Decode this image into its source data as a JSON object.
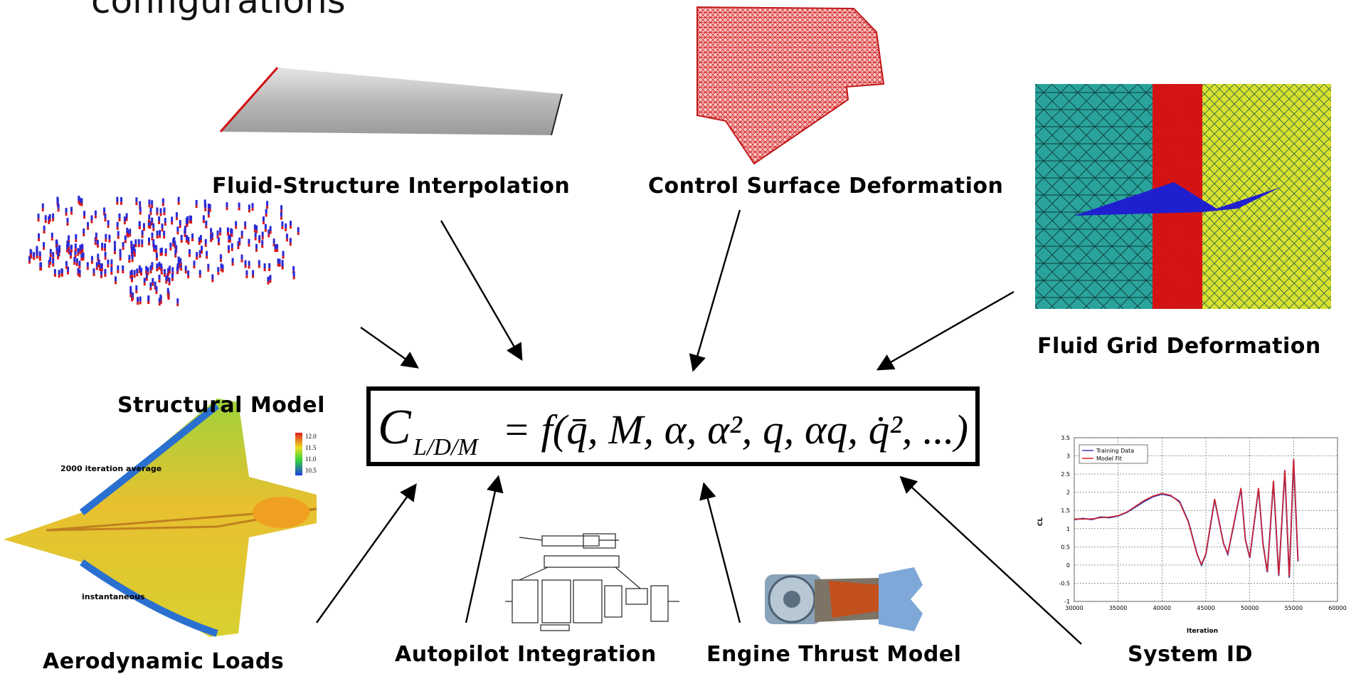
{
  "header": {
    "title_fragment": "configurations"
  },
  "labels": {
    "fluid_structure": "Fluid-Structure Interpolation",
    "control_surface": "Control Surface Deformation",
    "fluid_grid": "Fluid Grid Deformation",
    "structural_model": "Structural Model",
    "aero_loads": "Aerodynamic Loads",
    "autopilot": "Autopilot Integration",
    "engine": "Engine Thrust Model",
    "system_id": "System ID"
  },
  "equation": {
    "lhs_symbol": "C",
    "lhs_subscript": "L/D/M",
    "rhs": "= f(q̄, M, α, α², q, αq, q̇², ...)"
  },
  "aero_image": {
    "caption_top": "2000 iteration average",
    "caption_bottom": "instantaneous",
    "colorbar_labels": [
      "12.0",
      "11.5",
      "11.0",
      "10.5"
    ]
  },
  "chart_data": {
    "type": "line",
    "title": "",
    "xlabel": "Iteration",
    "ylabel": "CL",
    "xlim": [
      30000,
      60000
    ],
    "ylim": [
      -1,
      3.5
    ],
    "x_ticks": [
      "30000",
      "35000",
      "40000",
      "45000",
      "50000",
      "55000",
      "60000"
    ],
    "y_ticks": [
      "-1",
      "-0.5",
      "0",
      "0.5",
      "1",
      "1.5",
      "2",
      "2.5",
      "3",
      "3.5"
    ],
    "grid": true,
    "legend": "top-left",
    "series": [
      {
        "name": "Training Data",
        "color": "#3a3ab0",
        "x": [
          30000,
          31000,
          32000,
          33000,
          34000,
          35000,
          36000,
          37000,
          38000,
          39000,
          40000,
          41000,
          42000,
          43000,
          44000,
          44500,
          45000,
          46000,
          47000,
          47500,
          48000,
          49000,
          49500,
          50000,
          51000,
          51500,
          52000,
          52700,
          53300,
          54000,
          54500,
          55000,
          55500
        ],
        "y": [
          1.25,
          1.28,
          1.25,
          1.32,
          1.3,
          1.35,
          1.45,
          1.6,
          1.75,
          1.88,
          1.95,
          1.9,
          1.75,
          1.2,
          0.3,
          0.0,
          0.3,
          1.8,
          0.6,
          0.3,
          0.9,
          2.1,
          0.7,
          0.2,
          2.1,
          0.6,
          -0.2,
          2.3,
          -0.3,
          2.6,
          -0.35,
          2.9,
          0.1
        ]
      },
      {
        "name": "Model Fit",
        "color": "#e02020",
        "x": [
          30000,
          31000,
          32000,
          33000,
          34000,
          35000,
          36000,
          37000,
          38000,
          39000,
          40000,
          41000,
          42000,
          43000,
          44000,
          44500,
          45000,
          46000,
          47000,
          47500,
          48000,
          49000,
          49500,
          50000,
          51000,
          51500,
          52000,
          52700,
          53300,
          54000,
          54500,
          55000,
          55500
        ],
        "y": [
          1.27,
          1.26,
          1.27,
          1.3,
          1.32,
          1.36,
          1.46,
          1.62,
          1.78,
          1.9,
          1.97,
          1.92,
          1.72,
          1.18,
          0.28,
          0.02,
          0.32,
          1.82,
          0.58,
          0.32,
          0.92,
          2.12,
          0.68,
          0.22,
          2.12,
          0.58,
          -0.18,
          2.32,
          -0.28,
          2.62,
          -0.32,
          2.92,
          0.12
        ]
      }
    ]
  }
}
